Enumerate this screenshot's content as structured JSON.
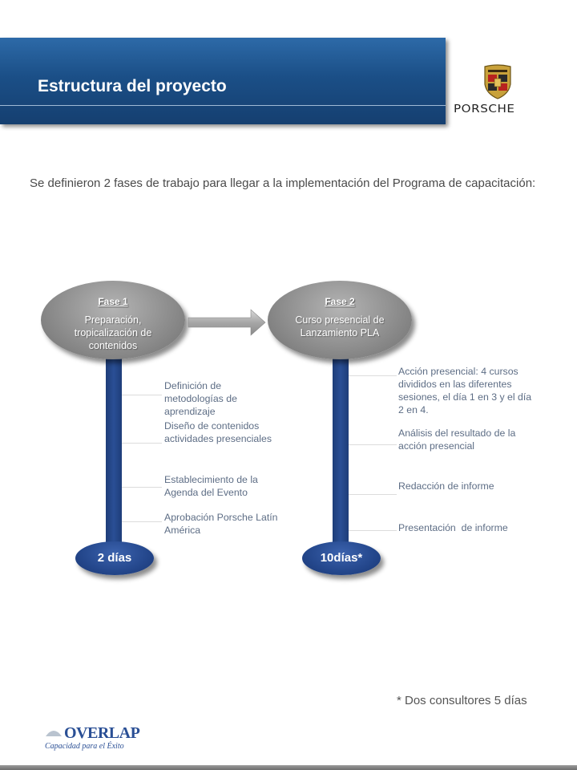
{
  "header": {
    "title": "Estructura del proyecto",
    "brand_logo_text": "PORSCHE"
  },
  "intro": "Se definieron 2 fases de trabajo para llegar a la implementación del Programa de capacitación:",
  "phases": [
    {
      "label": "Fase 1",
      "description": "Preparación, tropicalización de contenidos",
      "duration": "2 días",
      "steps": [
        "Definición de metodologías de aprendizaje",
        "Diseño de contenidos actividades presenciales",
        "Establecimiento de la Agenda del Evento",
        "Aprobación Porsche Latín América"
      ]
    },
    {
      "label": "Fase 2",
      "description": "Curso presencial de Lanzamiento PLA",
      "duration": "10días*",
      "steps": [
        "Acción presencial: 4 cursos divididos en las diferentes sesiones, el día 1 en 3 y el día 2 en 4.",
        "Análisis del resultado de la acción presencial",
        "Redacción de informe",
        "Presentación  de informe"
      ]
    }
  ],
  "footnote": "* Dos consultores 5 días",
  "footer": {
    "logo_text": "OVERLAP",
    "tagline": "Capacidad para el Éxito"
  },
  "colors": {
    "banner": "#1b4f87",
    "phase_bar": "#24478c",
    "phase_oval": "#8e8e8e",
    "step_text": "#5d6d85"
  }
}
